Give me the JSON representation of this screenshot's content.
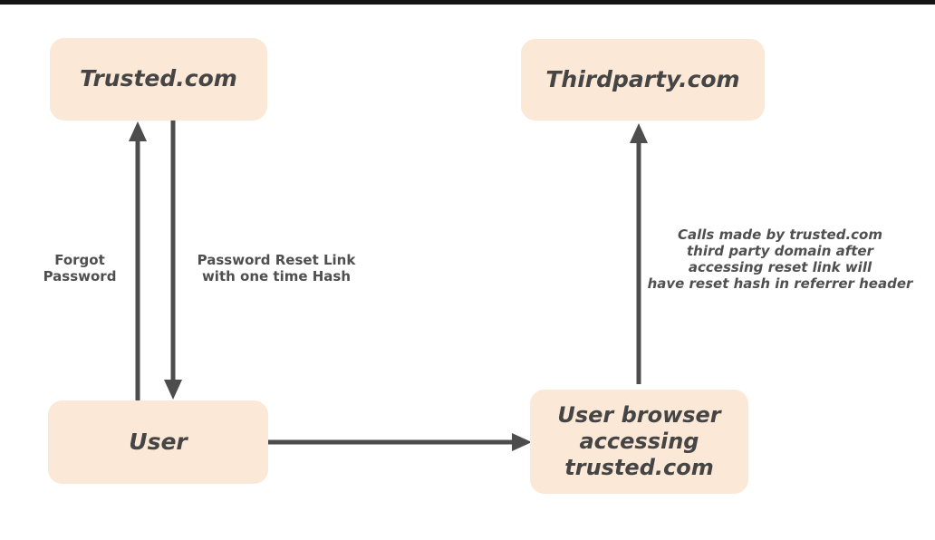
{
  "diagram": {
    "colors": {
      "node_fill": "#fbe8d6",
      "node_text": "#454545",
      "arrow": "#4d4d4d",
      "label_text": "#4f4f4f",
      "top_bar": "#141414",
      "background": "#ffffff"
    },
    "nodes": {
      "trusted": {
        "label": "Trusted.com"
      },
      "thirdparty": {
        "label": "Thirdparty.com"
      },
      "user": {
        "label": "User"
      },
      "browser": {
        "label": "User browser\naccessing\ntrusted.com"
      }
    },
    "edges": {
      "forgot_password": {
        "label": "Forgot\nPassword"
      },
      "reset_link": {
        "label": "Password Reset Link\nwith one time Hash"
      },
      "referrer_note": {
        "label": "Calls made by trusted.com\nthird party domain after\naccessing reset link will\nhave reset hash in referrer header"
      }
    }
  }
}
